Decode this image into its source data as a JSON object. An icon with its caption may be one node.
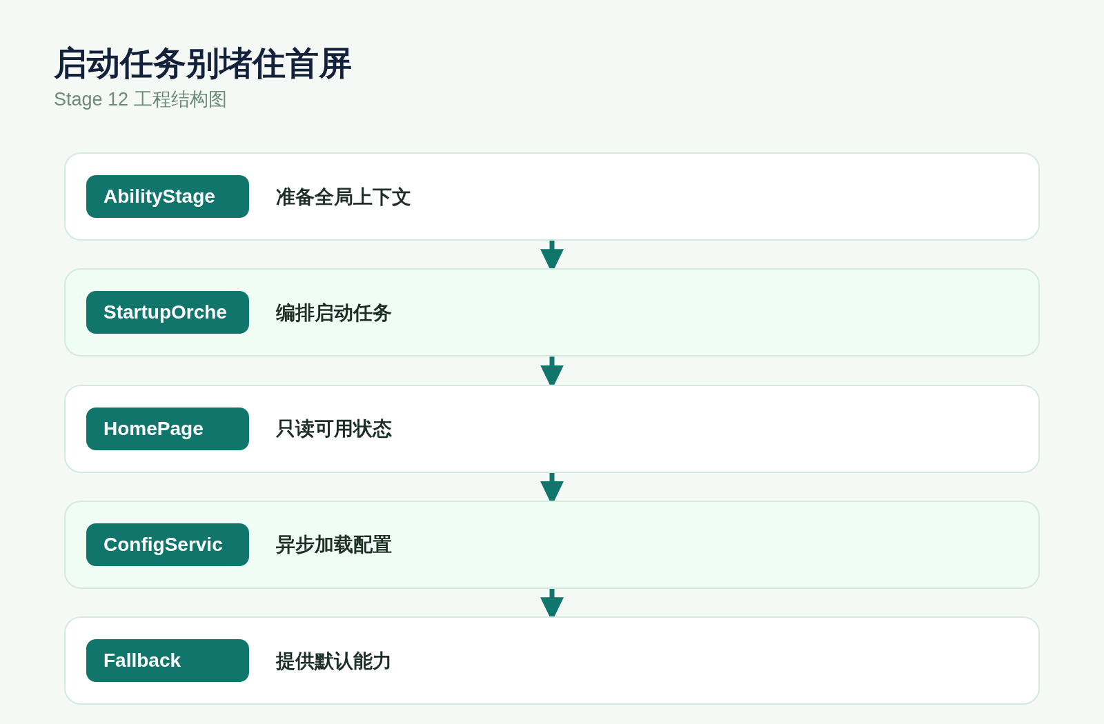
{
  "diagram": {
    "title": "启动任务别堵住首屏",
    "nodes": [
      {
        "text": [
          "准备全局上下文"
        ]
      },
      {
        "text": [
          "AbilityStage"
        ],
        "in": 0
      },
      {
        "text": [
          "编排启动任务"
        ]
      },
      {
        "text": [
          "StartupOrche"
        ],
        "in": 2
      },
      {
        "text": [
          "只读可用状态"
        ]
      },
      {
        "text": [
          "HomePage"
        ],
        "in": 4
      },
      {
        "text": [
          "异步加载配置"
        ]
      },
      {
        "text": [
          "ConfigServic"
        ],
        "in": 6
      },
      {
        "text": [
          "提供默认能力"
        ]
      },
      {
        "text": [
          "Fallback"
        ],
        "in": 8
      }
    ],
    "edges": [
      {
        "from": 0,
        "to": 2,
        "arrow": "to"
      },
      {
        "from": 2,
        "to": 4,
        "arrow": "to"
      },
      {
        "from": 4,
        "to": 6,
        "arrow": "to"
      },
      {
        "from": 6,
        "to": 8,
        "arrow": "to"
      }
    ],
    "labels": [
      "Stage 12 工程结构图"
    ]
  }
}
